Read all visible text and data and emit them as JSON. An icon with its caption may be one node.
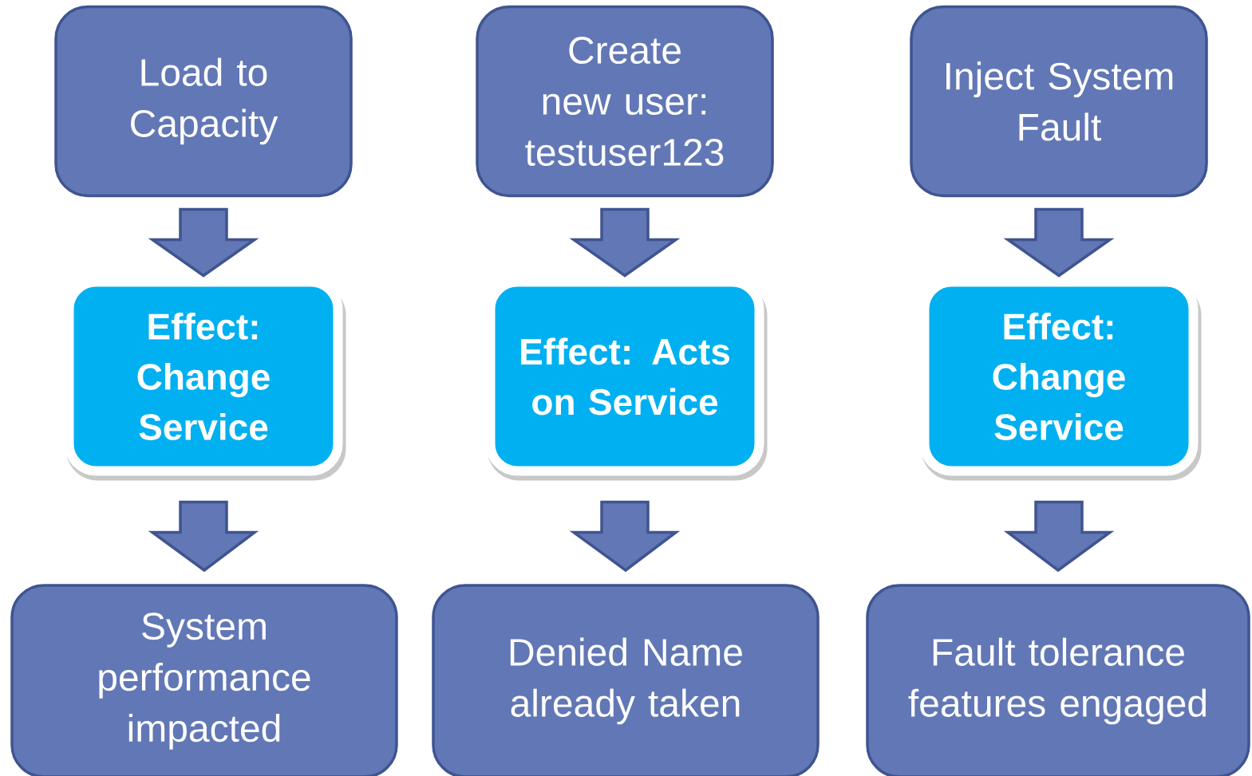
{
  "diagram": {
    "nodes": [
      {
        "text": [
          "Load to Capacity"
        ]
      },
      {
        "text": [
          "Create new user: testuser123"
        ]
      },
      {
        "text": [
          "Inject System Fault"
        ]
      },
      {
        "text": [
          "Effect: Change Service"
        ]
      },
      {
        "text": [
          "Effect: Acts on Service"
        ]
      },
      {
        "text": [
          "Effect: Change Service"
        ]
      },
      {
        "text": [
          "System performance impacted"
        ]
      },
      {
        "text": [
          "Denied Name already taken"
        ]
      },
      {
        "text": [
          "Fault tolerance features engaged"
        ]
      }
    ],
    "edges": [
      {
        "from": 0,
        "to": 3,
        "arrow": "to"
      },
      {
        "from": 3,
        "to": 6,
        "arrow": "to"
      },
      {
        "from": 1,
        "to": 4,
        "arrow": "to"
      },
      {
        "from": 4,
        "to": 7,
        "arrow": "to"
      },
      {
        "from": 2,
        "to": 5,
        "arrow": "to"
      },
      {
        "from": 5,
        "to": 8,
        "arrow": "to"
      }
    ]
  }
}
